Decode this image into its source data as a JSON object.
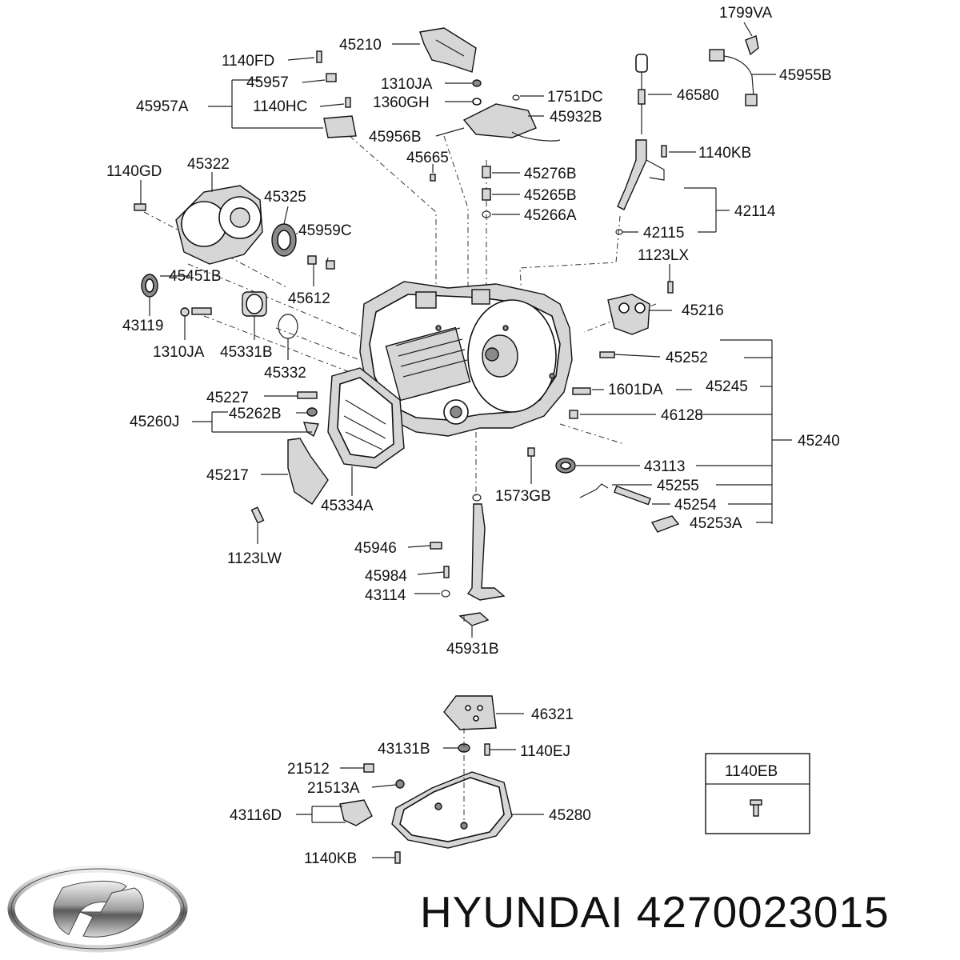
{
  "labels": {
    "p1799VA": "1799VA",
    "p45210": "45210",
    "p1140FD": "1140FD",
    "p45957": "45957",
    "p45957A": "45957A",
    "p1140HC": "1140HC",
    "p1310JA_top": "1310JA",
    "p1360GH": "1360GH",
    "p1751DC": "1751DC",
    "p45932B": "45932B",
    "p45956B": "45956B",
    "p46580": "46580",
    "p45955B": "45955B",
    "p1140KB_top": "1140KB",
    "p45665": "45665",
    "p45276B": "45276B",
    "p45265B": "45265B",
    "p45266A": "45266A",
    "p42114": "42114",
    "p42115": "42115",
    "p1123LX": "1123LX",
    "p1140GD": "1140GD",
    "p45322": "45322",
    "p45325": "45325",
    "p45959C": "45959C",
    "p45451B": "45451B",
    "p45612": "45612",
    "p43119": "43119",
    "p1310JA_left": "1310JA",
    "p45331B": "45331B",
    "p45332": "45332",
    "p45216": "45216",
    "p45252": "45252",
    "p45245": "45245",
    "p1601DA": "1601DA",
    "p46128": "46128",
    "p45240": "45240",
    "p45227": "45227",
    "p45262B": "45262B",
    "p45260J": "45260J",
    "p45217": "45217",
    "p45334A": "45334A",
    "p1573GB": "1573GB",
    "p43113": "43113",
    "p45255": "45255",
    "p45254": "45254",
    "p45253A": "45253A",
    "p1123LW": "1123LW",
    "p45946": "45946",
    "p45984": "45984",
    "p43114": "43114",
    "p45931B": "45931B",
    "p46321": "46321",
    "p43131B": "43131B",
    "p1140EJ": "1140EJ",
    "p21512": "21512",
    "p21513A": "21513A",
    "p43116D": "43116D",
    "p45280": "45280",
    "p1140KB_bottom": "1140KB",
    "p1140EB_box": "1140EB"
  },
  "brand": {
    "text": "HYUNDAI 4270023015",
    "logo": "hyundai-logo"
  }
}
